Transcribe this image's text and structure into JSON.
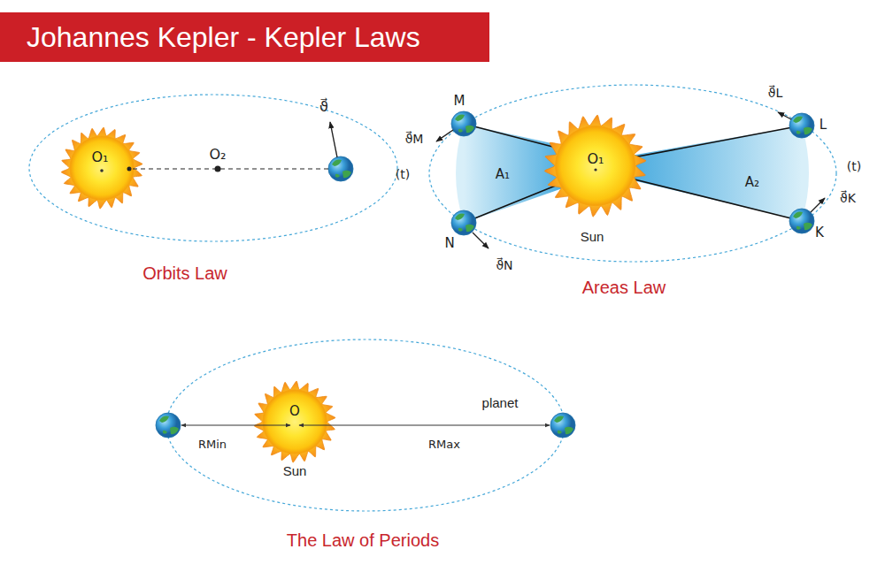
{
  "diagram": {
    "title": "Johannes Kepler - Kepler Laws",
    "nodes": [
      {
        "text": [
          "O₁"
        ]
      },
      {
        "text": [
          "O₁",
          "Sun"
        ]
      },
      {
        "text": [
          "O",
          "Sun"
        ]
      }
    ],
    "labels": [
      "ϑ⃗",
      "O₂",
      "Orbits Law",
      "M",
      "ϑ⃗M",
      "(t)",
      "A₁",
      "N",
      "ϑ⃗N",
      "ϑ⃗L",
      "L",
      "(t)",
      "A₂",
      "ϑ⃗K",
      "K",
      "Areas Law",
      "planet",
      "RMin",
      "RMax",
      "The Law of Periods"
    ]
  }
}
